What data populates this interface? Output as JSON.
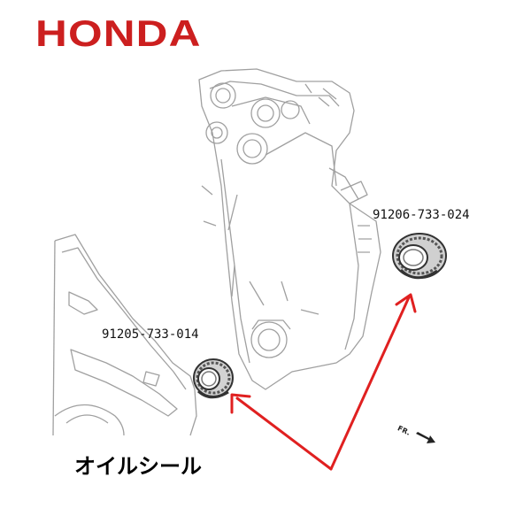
{
  "header": {
    "brand": "HONDA"
  },
  "parts": [
    {
      "part_number": "91206-733-024"
    },
    {
      "part_number": "91205-733-014"
    }
  ],
  "caption": "オイルシール",
  "orientation_marker": "FR.",
  "colors": {
    "brand_red": "#cc1f1f",
    "arrow_red": "#e02020",
    "line_gray": "#9a9a9a",
    "seal_dark": "#333333"
  }
}
